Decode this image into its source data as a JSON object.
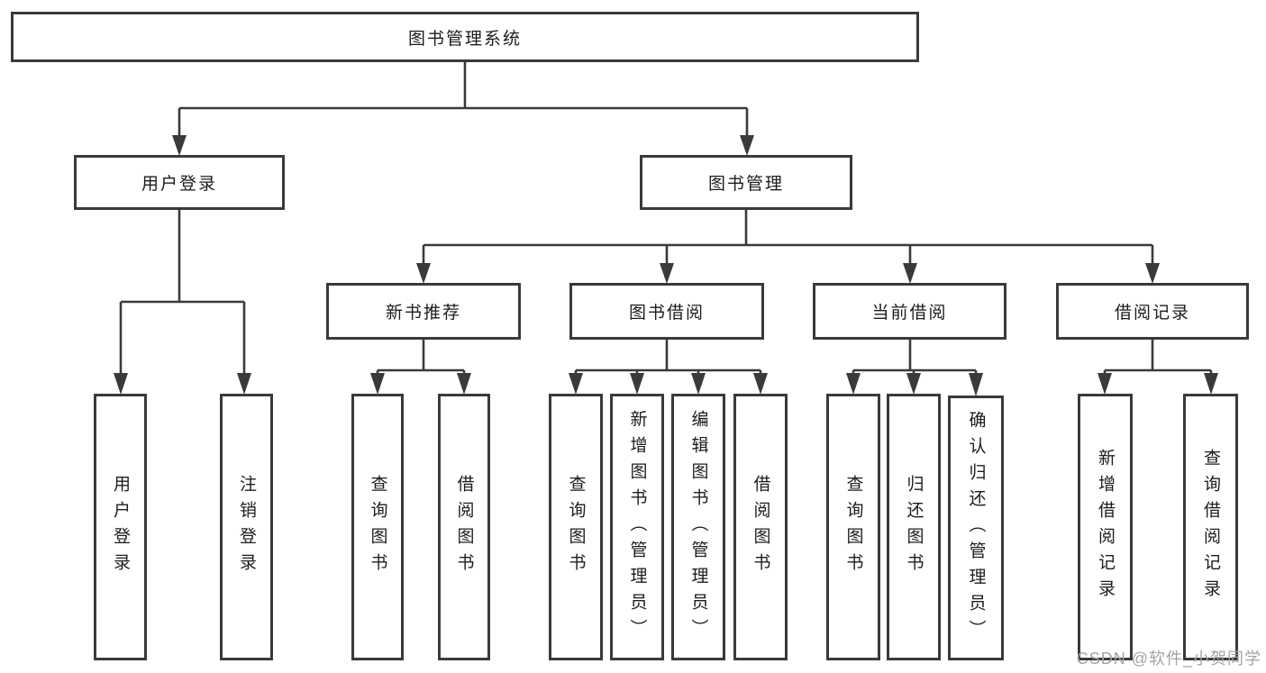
{
  "diagram": {
    "type": "hierarchy-diagram",
    "title": "图书管理系统",
    "watermark": "CSDN @软件_小贺同学",
    "colors": {
      "background": "#ffffff",
      "line": "#3a3a3a",
      "box_border": "#3a3a3a",
      "text": "#1c1c1c",
      "watermark": "#a3a3a3"
    },
    "nodes": {
      "root": "图书管理系统",
      "user_login": "用户登录",
      "book_mgmt": "图书管理",
      "new_book": "新书推荐",
      "book_borrow": "图书借阅",
      "current_borrow": "当前借阅",
      "borrow_record": "借阅记录",
      "leaf_user_login": "用户登录",
      "leaf_logout": "注销登录",
      "leaf_nb_query": "查询图书",
      "leaf_nb_borrow": "借阅图书",
      "leaf_bb_query": "查询图书",
      "leaf_bb_add": "新增图书（管理员）",
      "leaf_bb_edit": "编辑图书（管理员）",
      "leaf_bb_borrow": "借阅图书",
      "leaf_cb_query": "查询图书",
      "leaf_cb_return": "归还图书",
      "leaf_cb_confirm": "确认归还（管理员）",
      "leaf_br_add": "新增借阅记录",
      "leaf_br_query": "查询借阅记录"
    },
    "tree": {
      "图书管理系统": {
        "用户登录": [
          "用户登录",
          "注销登录"
        ],
        "图书管理": {
          "新书推荐": [
            "查询图书",
            "借阅图书"
          ],
          "图书借阅": [
            "查询图书",
            "新增图书（管理员）",
            "编辑图书（管理员）",
            "借阅图书"
          ],
          "当前借阅": [
            "查询图书",
            "归还图书",
            "确认归还（管理员）"
          ],
          "借阅记录": [
            "新增借阅记录",
            "查询借阅记录"
          ]
        }
      }
    }
  }
}
